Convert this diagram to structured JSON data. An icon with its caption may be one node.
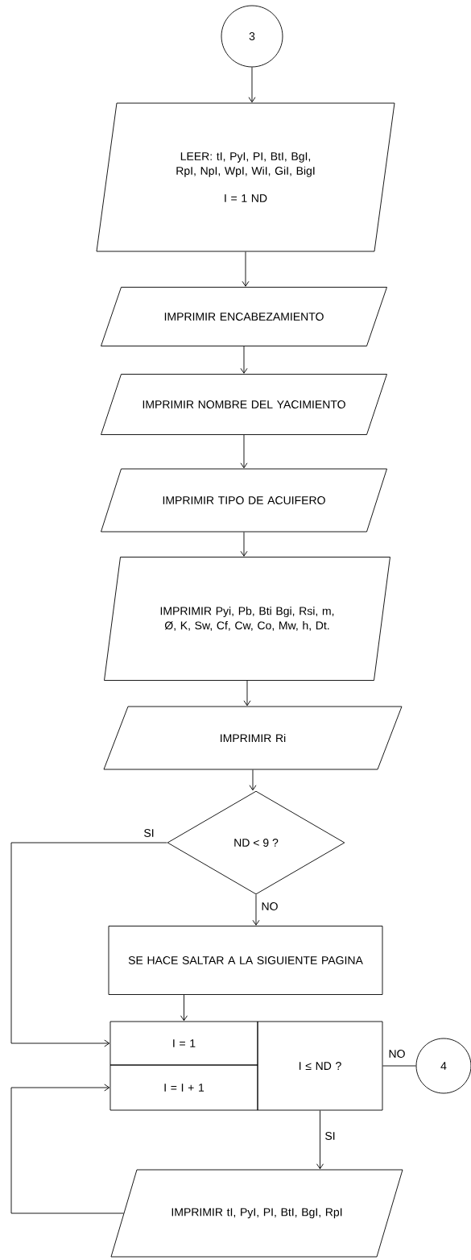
{
  "diagram": {
    "nodes": [
      {
        "text": [
          "3"
        ]
      },
      {
        "text": [
          "LEER: tI, PyI, PI, BtI, BgI, RpI, NpI, WpI, WiI, GiI, BigI",
          "I = 1 ND"
        ]
      },
      {
        "text": [
          "IMPRIMIR ENCABEZAMIENTO"
        ]
      },
      {
        "text": [
          "IMPRIMIR NOMBRE DEL YACIMIENTO"
        ]
      },
      {
        "text": [
          "IMPRIMIR TIPO DE ACUIFERO"
        ]
      },
      {
        "text": [
          "IMPRIMIR Pyi, Pb, Bti Bgi, Rsi, m, Ø, K, Sw, Cf, Cw, Co, Mw, h, Dt."
        ]
      },
      {
        "text": [
          "IMPRIMIR Ri"
        ]
      },
      {
        "text": [
          "ND < 9 ?"
        ]
      },
      {
        "text": [
          "SE HACE SALTAR A LA SIGUIENTE PAGINA"
        ]
      },
      {
        "text": [
          "I = 1"
        ]
      },
      {
        "text": [
          "I = I + 1"
        ]
      },
      {
        "text": [
          "I ≤ ND ?"
        ]
      },
      {
        "text": [
          "4"
        ]
      },
      {
        "text": [
          "IMPRIMIR tI, PyI, PI, BtI, BgI, RpI"
        ]
      }
    ],
    "edges": [
      {
        "from": 0,
        "to": 1,
        "arrow": "to"
      },
      {
        "from": 1,
        "to": 2,
        "arrow": "to"
      },
      {
        "from": 2,
        "to": 3,
        "arrow": "to"
      },
      {
        "from": 3,
        "to": 4,
        "arrow": "to"
      },
      {
        "from": 4,
        "to": 5,
        "arrow": "to"
      },
      {
        "from": 5,
        "to": 6,
        "arrow": "to"
      },
      {
        "from": 6,
        "to": 7,
        "arrow": "to"
      },
      {
        "from": 7,
        "to": 9,
        "arrow": "to",
        "label": "SI"
      },
      {
        "from": 7,
        "to": 8,
        "arrow": "to",
        "label": "NO"
      },
      {
        "from": 8,
        "to": 9,
        "arrow": "to"
      },
      {
        "from": 11,
        "to": 12,
        "arrow": "none",
        "label": "NO"
      },
      {
        "from": 11,
        "to": 13,
        "arrow": "to",
        "label": "SI"
      },
      {
        "from": 13,
        "to": 10,
        "arrow": "to"
      }
    ]
  }
}
